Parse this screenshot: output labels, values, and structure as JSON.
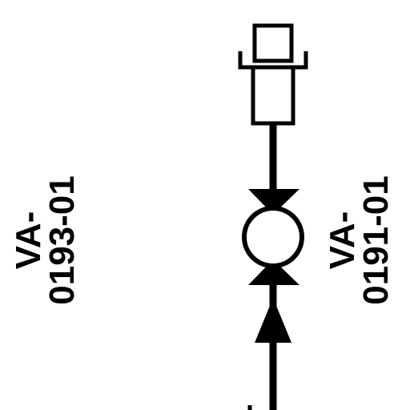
{
  "colors": {
    "ink": "#000000",
    "background": "#ffffff"
  },
  "labels": {
    "left_tag_line1": "VA-",
    "left_tag_line2": "0193-01",
    "right_tag_line1": "VA-",
    "right_tag_line2": "0191-01"
  },
  "symbols": {
    "actuator": "actuator-box-icon",
    "valve": "ball-valve-icon",
    "flow_arrow": "flow-arrow-up-icon",
    "pipe": "process-line"
  }
}
